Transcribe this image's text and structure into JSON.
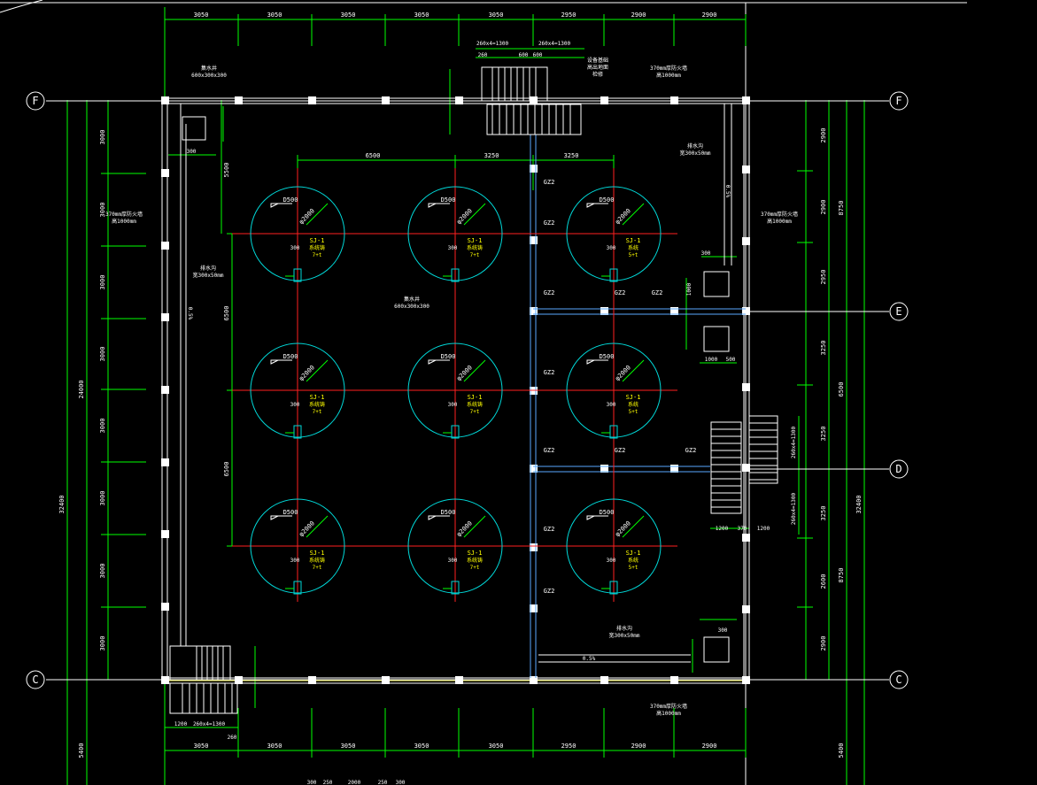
{
  "colors": {
    "background": "#000000",
    "wall": "#ffffff",
    "dim": "#00ff00",
    "grid": "#ffffff",
    "axis_red": "#ff2020",
    "tank": "#00d8d8",
    "label_yellow": "#ffff00",
    "pipe": "#5aa8ff"
  },
  "grid_labels": {
    "F": "F",
    "E": "E",
    "D": "D",
    "C": "C"
  },
  "top_dims": [
    "3050",
    "3050",
    "3050",
    "3050",
    "3050",
    "2950",
    "2900",
    "2900"
  ],
  "bottom_dims": [
    "3050",
    "3050",
    "3050",
    "3050",
    "3050",
    "2950",
    "2900",
    "2900"
  ],
  "left_dims": [
    "3000",
    "3000",
    "3000",
    "3000",
    "3000",
    "3000",
    "3000",
    "3000"
  ],
  "left_total": "24000",
  "left_total2": "32400",
  "left_bottom": "5400",
  "right_dims": [
    "2900",
    "2900",
    "2950",
    "3250",
    "3250",
    "3250",
    "2600",
    "2900"
  ],
  "right_mid": [
    "8750",
    "6500",
    "8750"
  ],
  "right_total": "32400",
  "right_bottom": "5400",
  "inner_dims": {
    "span1": "6500",
    "span2": "3250",
    "span3": "3250",
    "vert1": "6500",
    "vert2": "6500",
    "stair_top": "5500"
  },
  "stair_labels": {
    "top_a": "260x4=1300",
    "top_b": "260x4=1300",
    "top_c": "260",
    "top_d": "600",
    "top_e": "600",
    "bottom_a": "1200",
    "bottom_b": "260x4=1300",
    "bottom_c": "260",
    "right_a": "260x4=1300",
    "right_b": "260x4=1300",
    "right_c": "1200",
    "right_d": "370",
    "right_e": "1200"
  },
  "tanks": [
    {
      "d": "D500",
      "dia": "φ2000",
      "tag": "SJ-1",
      "sub": "系统铸",
      "count": "7+t"
    },
    {
      "d": "D500",
      "dia": "φ2000",
      "tag": "SJ-1",
      "sub": "系统铸",
      "count": "7+t"
    },
    {
      "d": "D500",
      "dia": "φ2000",
      "tag": "SJ-1",
      "sub": "系统",
      "count": "5+t"
    },
    {
      "d": "D500",
      "dia": "φ2000",
      "tag": "SJ-1",
      "sub": "系统铸",
      "count": "7+t"
    },
    {
      "d": "D500",
      "dia": "φ2000",
      "tag": "SJ-1",
      "sub": "系统铸",
      "count": "7+t"
    },
    {
      "d": "D500",
      "dia": "φ2000",
      "tag": "SJ-1",
      "sub": "系统",
      "count": "5+t"
    },
    {
      "d": "D500",
      "dia": "φ2000",
      "tag": "SJ-1",
      "sub": "系统铸",
      "count": "7+t"
    },
    {
      "d": "D500",
      "dia": "φ2000",
      "tag": "SJ-1",
      "sub": "系统铸",
      "count": "7+t"
    },
    {
      "d": "D500",
      "dia": "φ2000",
      "tag": "SJ-1",
      "sub": "系统",
      "count": "5+t"
    }
  ],
  "gz_labels": [
    "GZ2",
    "GZ2",
    "GZ2",
    "GZ2",
    "GZ2",
    "GZ2",
    "GZ2",
    "GZ2",
    "GZ2",
    "GZ2",
    "GZ2"
  ],
  "notes": {
    "n1": "370mm厚防火墙",
    "n2": "高1000mm",
    "n3": "370mm厚防火墙",
    "n4": "高1000mm",
    "n5": "370mm厚防火墙",
    "n6": "高1000mm",
    "n7": "排水沟",
    "n8": "宽300x50mm",
    "n9": "排水沟",
    "n10": "宽300x50mm",
    "n11": "排水沟",
    "n12": "宽300x50mm",
    "n13": "集水井",
    "n14": "600x300x300",
    "n15": "设备基础",
    "n16": "高出地面",
    "n17": "检修",
    "n18": "370mm厚防火墙",
    "n19": "高1000mm",
    "n20": "0.5%",
    "n21": "0.5%",
    "n22": "0.5%",
    "n23": "300",
    "n24": "1000",
    "n25": "500",
    "n26": "300",
    "n27": "300"
  },
  "bottom_row": [
    "300",
    "250",
    "2000",
    "250",
    "300"
  ]
}
